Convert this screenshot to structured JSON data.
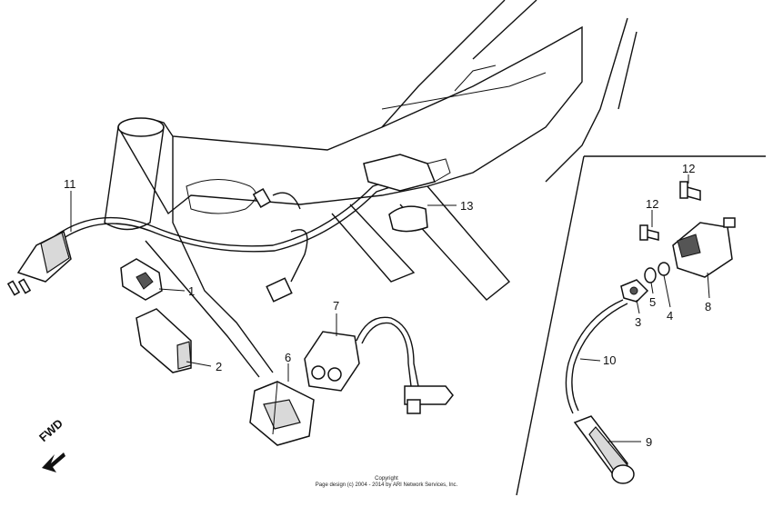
{
  "labels": {
    "c1": "1",
    "c2": "2",
    "c3": "3",
    "c4": "4",
    "c5": "5",
    "c6": "6",
    "c7": "7",
    "c8": "8",
    "c9": "9",
    "c10": "10",
    "c11": "11",
    "c12a": "12",
    "c12b": "12",
    "c13": "13"
  },
  "fwd": "FWD",
  "copyright": {
    "line1": "Copyright",
    "line2": "Page design (c) 2004 - 2014 by ARI Network Services, Inc."
  }
}
